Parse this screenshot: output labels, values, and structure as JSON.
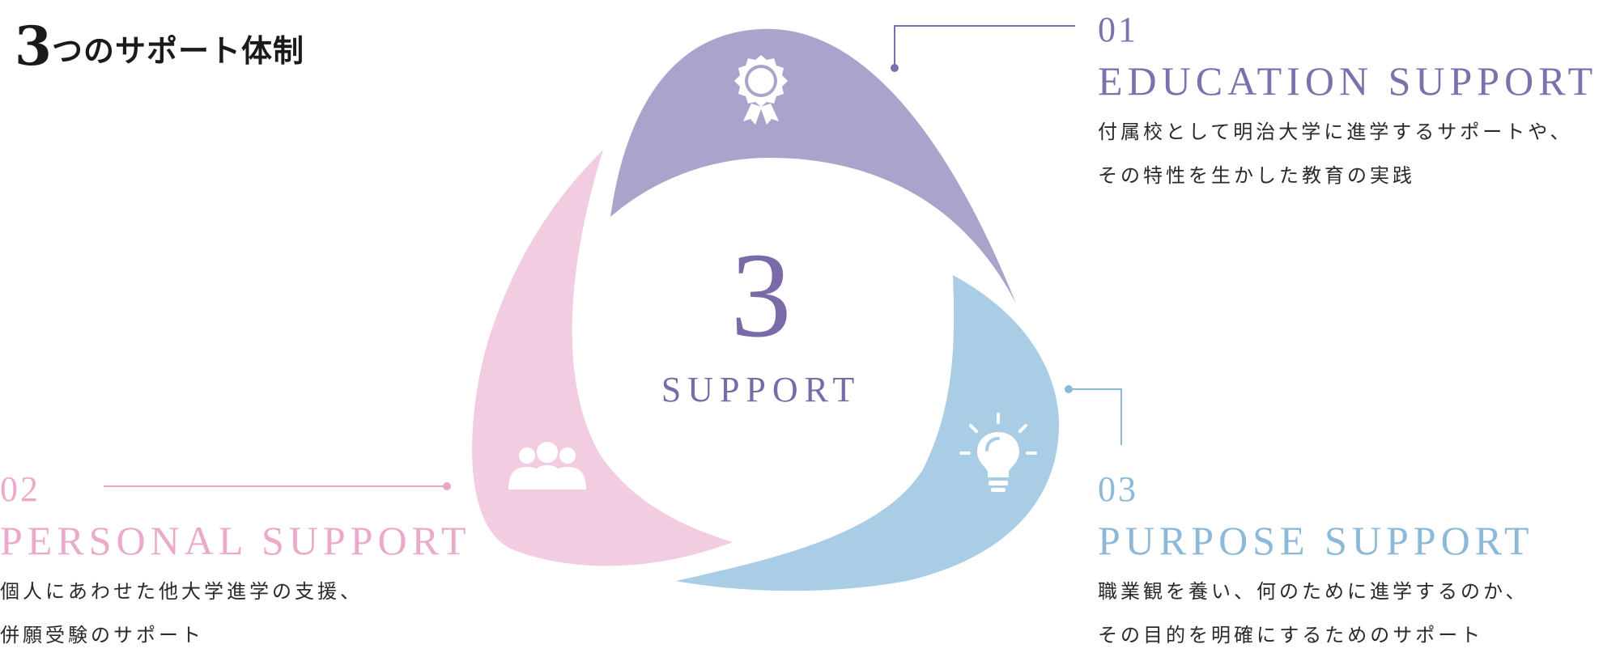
{
  "title": {
    "number": "3",
    "text": "つのサポート体制"
  },
  "center": {
    "number": "3",
    "label": "SUPPORT"
  },
  "colors": {
    "education": "#aaa4cc",
    "personal": "#f2cce0",
    "purpose": "#a8cde5",
    "center_text": "#7a6aa8"
  },
  "supports": [
    {
      "number": "01",
      "title": "EDUCATION SUPPORT",
      "desc_line1": "付属校として明治大学に進学するサポートや、",
      "desc_line2": "その特性を生かした教育の実践",
      "icon": "award-ribbon-icon"
    },
    {
      "number": "02",
      "title": "PERSONAL SUPPORT",
      "desc_line1": "個人にあわせた他大学進学の支援、",
      "desc_line2": "併願受験のサポート",
      "icon": "people-group-icon"
    },
    {
      "number": "03",
      "title": "PURPOSE SUPPORT",
      "desc_line1": "職業観を養い、何のために進学するのか、",
      "desc_line2": "その目的を明確にするためのサポート",
      "icon": "lightbulb-icon"
    }
  ]
}
